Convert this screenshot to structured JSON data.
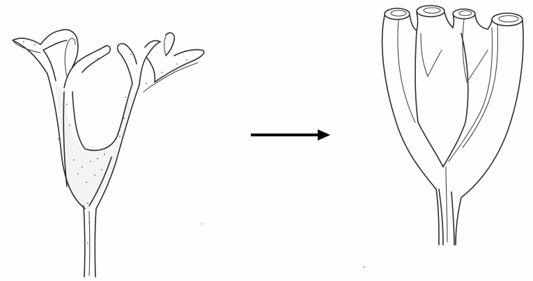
{
  "figure": {
    "background": "#ffffff",
    "ink_color": "#2b2b2b",
    "left_drawing": "branched-stalk-sketch-left",
    "right_drawing": "branched-stalk-sketch-right",
    "arrow": "right-arrow",
    "arrow_color": "#000000"
  }
}
